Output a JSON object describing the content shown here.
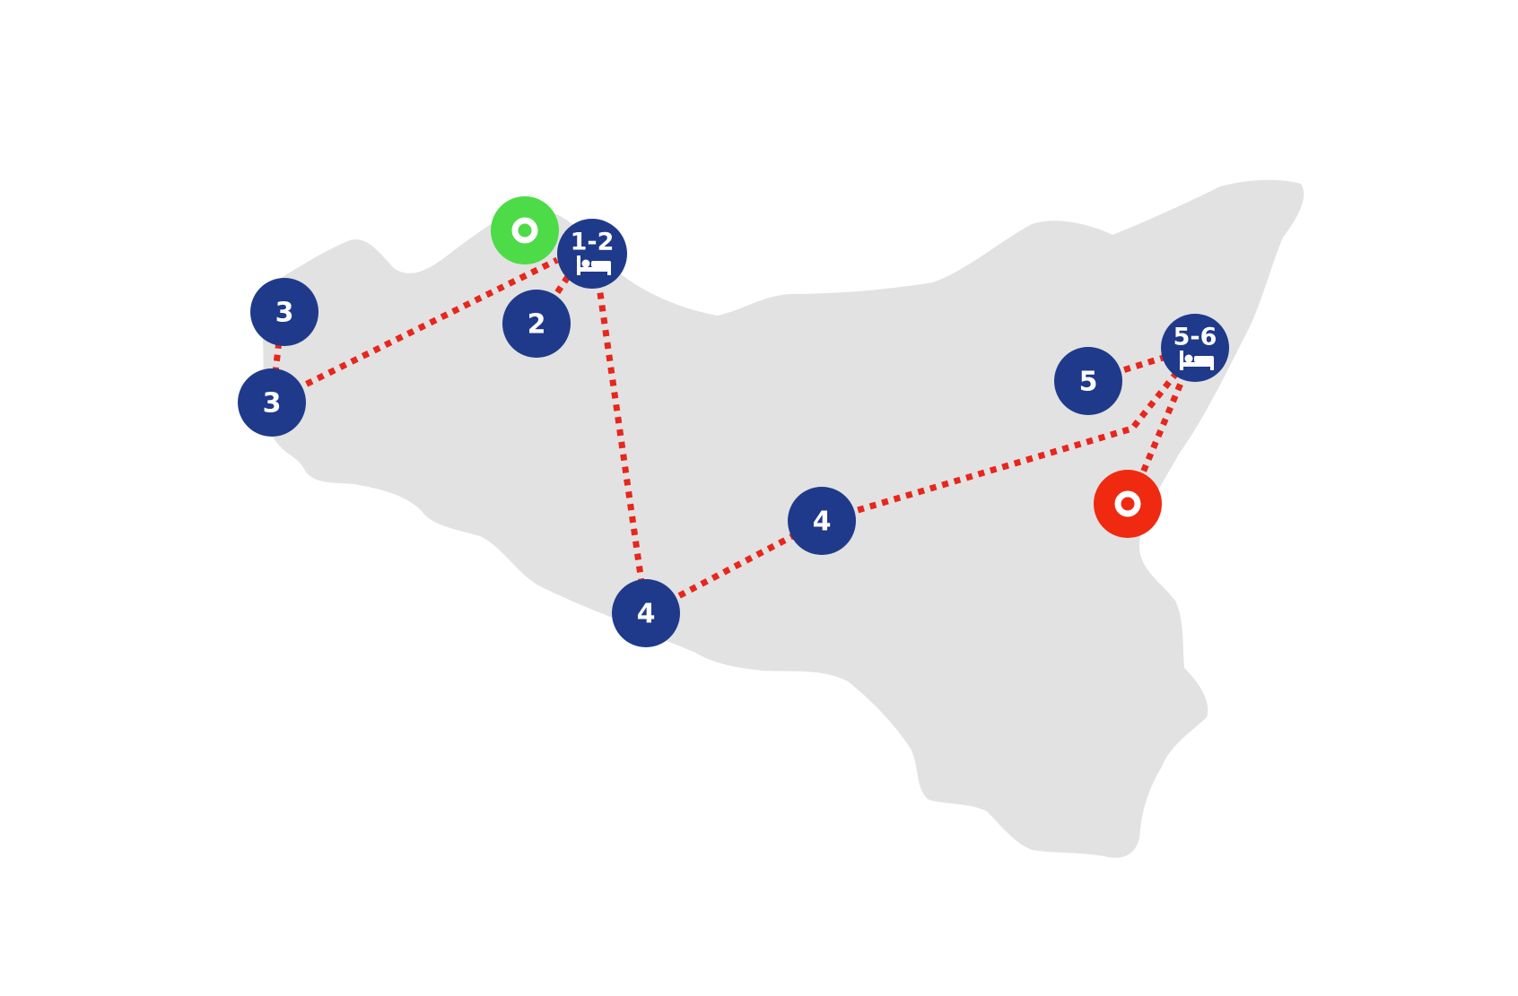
{
  "colors": {
    "background": "#ffffff",
    "land": "#e2e2e2",
    "node": "#1f3a8a",
    "route": "#e8261c",
    "start": "#4ddb48",
    "end": "#ef2a10",
    "label": "#ffffff"
  },
  "legend_icons": {
    "overnight": "bed-icon",
    "start": "ring-icon",
    "end": "ring-icon"
  },
  "stops": {
    "start": {
      "icon": "ring-icon"
    },
    "stop_1_2": {
      "label": "1-2",
      "icon": "bed-icon"
    },
    "stop_2": {
      "label": "2"
    },
    "stop_3_north": {
      "label": "3"
    },
    "stop_3_south": {
      "label": "3"
    },
    "stop_4_south": {
      "label": "4"
    },
    "stop_4_center": {
      "label": "4"
    },
    "stop_5": {
      "label": "5"
    },
    "stop_5_6": {
      "label": "5-6",
      "icon": "bed-icon"
    },
    "end": {
      "icon": "ring-icon"
    }
  }
}
